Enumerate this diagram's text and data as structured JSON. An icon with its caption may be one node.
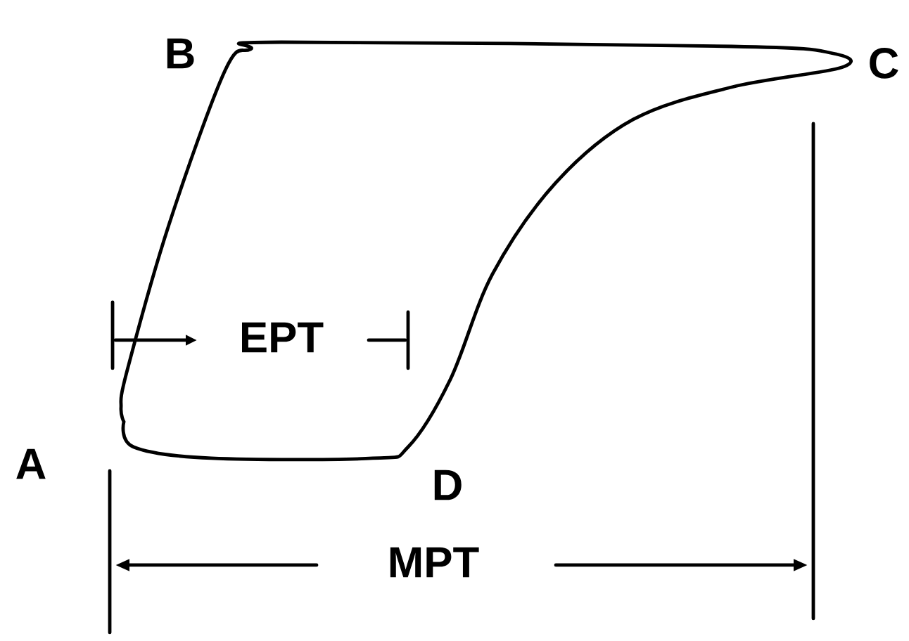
{
  "diagram": {
    "labels": [
      "B",
      "C",
      "EPT",
      "A",
      "D",
      "MPT"
    ]
  }
}
